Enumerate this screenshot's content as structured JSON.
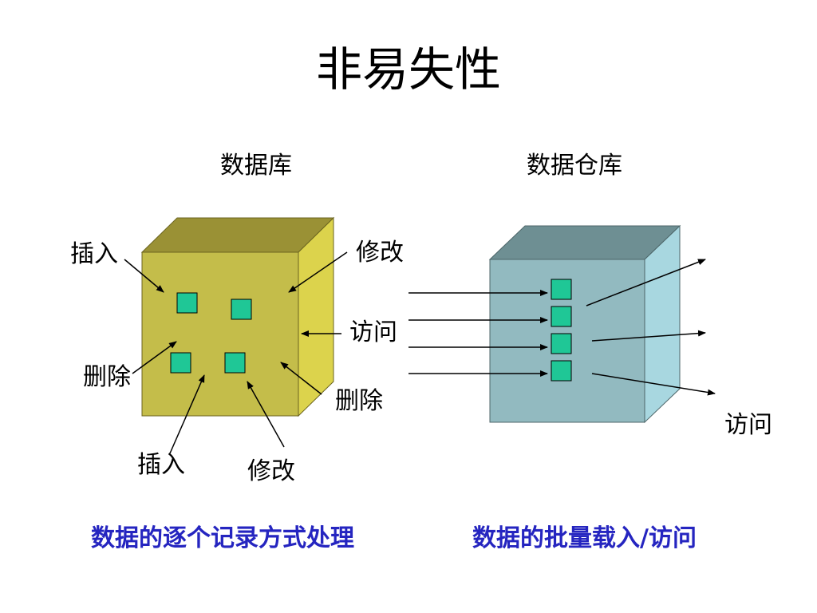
{
  "title": "非易失性",
  "database": {
    "heading": "数据库",
    "labels": {
      "insert_top": "插入",
      "modify_top": "修改",
      "access": "访问",
      "delete_left": "删除",
      "delete_right": "删除",
      "insert_bottom": "插入",
      "modify_bottom": "修改"
    },
    "caption": "数据的逐个记录方式处理"
  },
  "warehouse": {
    "heading": "数据仓库",
    "access_label": "访问",
    "caption": "数据的批量载入/访问"
  },
  "colors": {
    "db_front": "#c4bd4a",
    "db_top": "#9a9135",
    "db_side": "#dcd34c",
    "dw_front": "#92bac0",
    "dw_top": "#6e8f93",
    "dw_side": "#a8d7e0",
    "record": "#1fc796",
    "caption": "#2525c0"
  }
}
